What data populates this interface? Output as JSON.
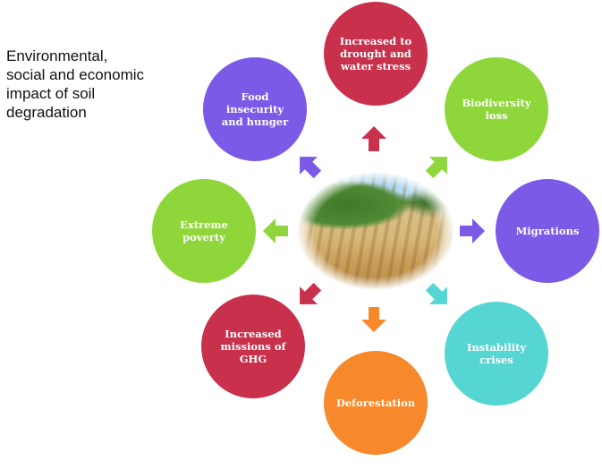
{
  "title": "Environmental, social and economic impact of soil degradation",
  "nodes": [
    {
      "label": "Increased to drought and water stress",
      "color": "#c8304c"
    },
    {
      "label": "Biodiversity loss",
      "color": "#8fd63a"
    },
    {
      "label": "Migrations",
      "color": "#7a5ae6"
    },
    {
      "label": "Instability crises",
      "color": "#55d6d2"
    },
    {
      "label": "Deforestation",
      "color": "#f7892c"
    },
    {
      "label": "Increased missions of GHG",
      "color": "#c8304c"
    },
    {
      "label": "Extreme poverty",
      "color": "#8fd63a"
    },
    {
      "label": "Food insecurity and hunger",
      "color": "#7a5ae6"
    }
  ],
  "center_image": "degraded-soil-field-photo"
}
